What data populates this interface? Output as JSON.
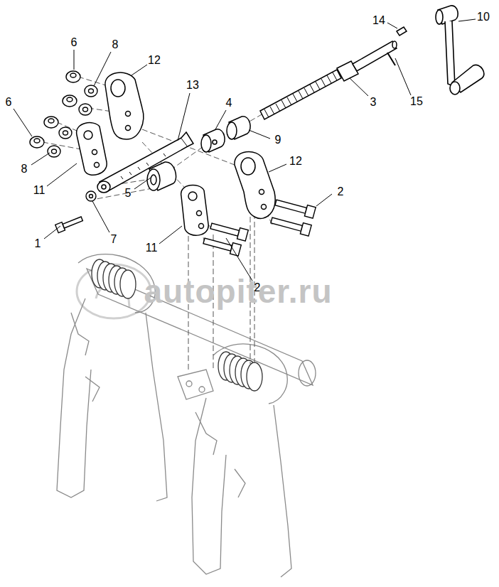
{
  "diagram": {
    "labels": [
      "6",
      "8",
      "12",
      "13",
      "14",
      "10",
      "4",
      "3",
      "15",
      "9",
      "6",
      "8",
      "11",
      "12",
      "5",
      "2",
      "1",
      "7",
      "11",
      "2",
      "autopiter.ru"
    ]
  }
}
